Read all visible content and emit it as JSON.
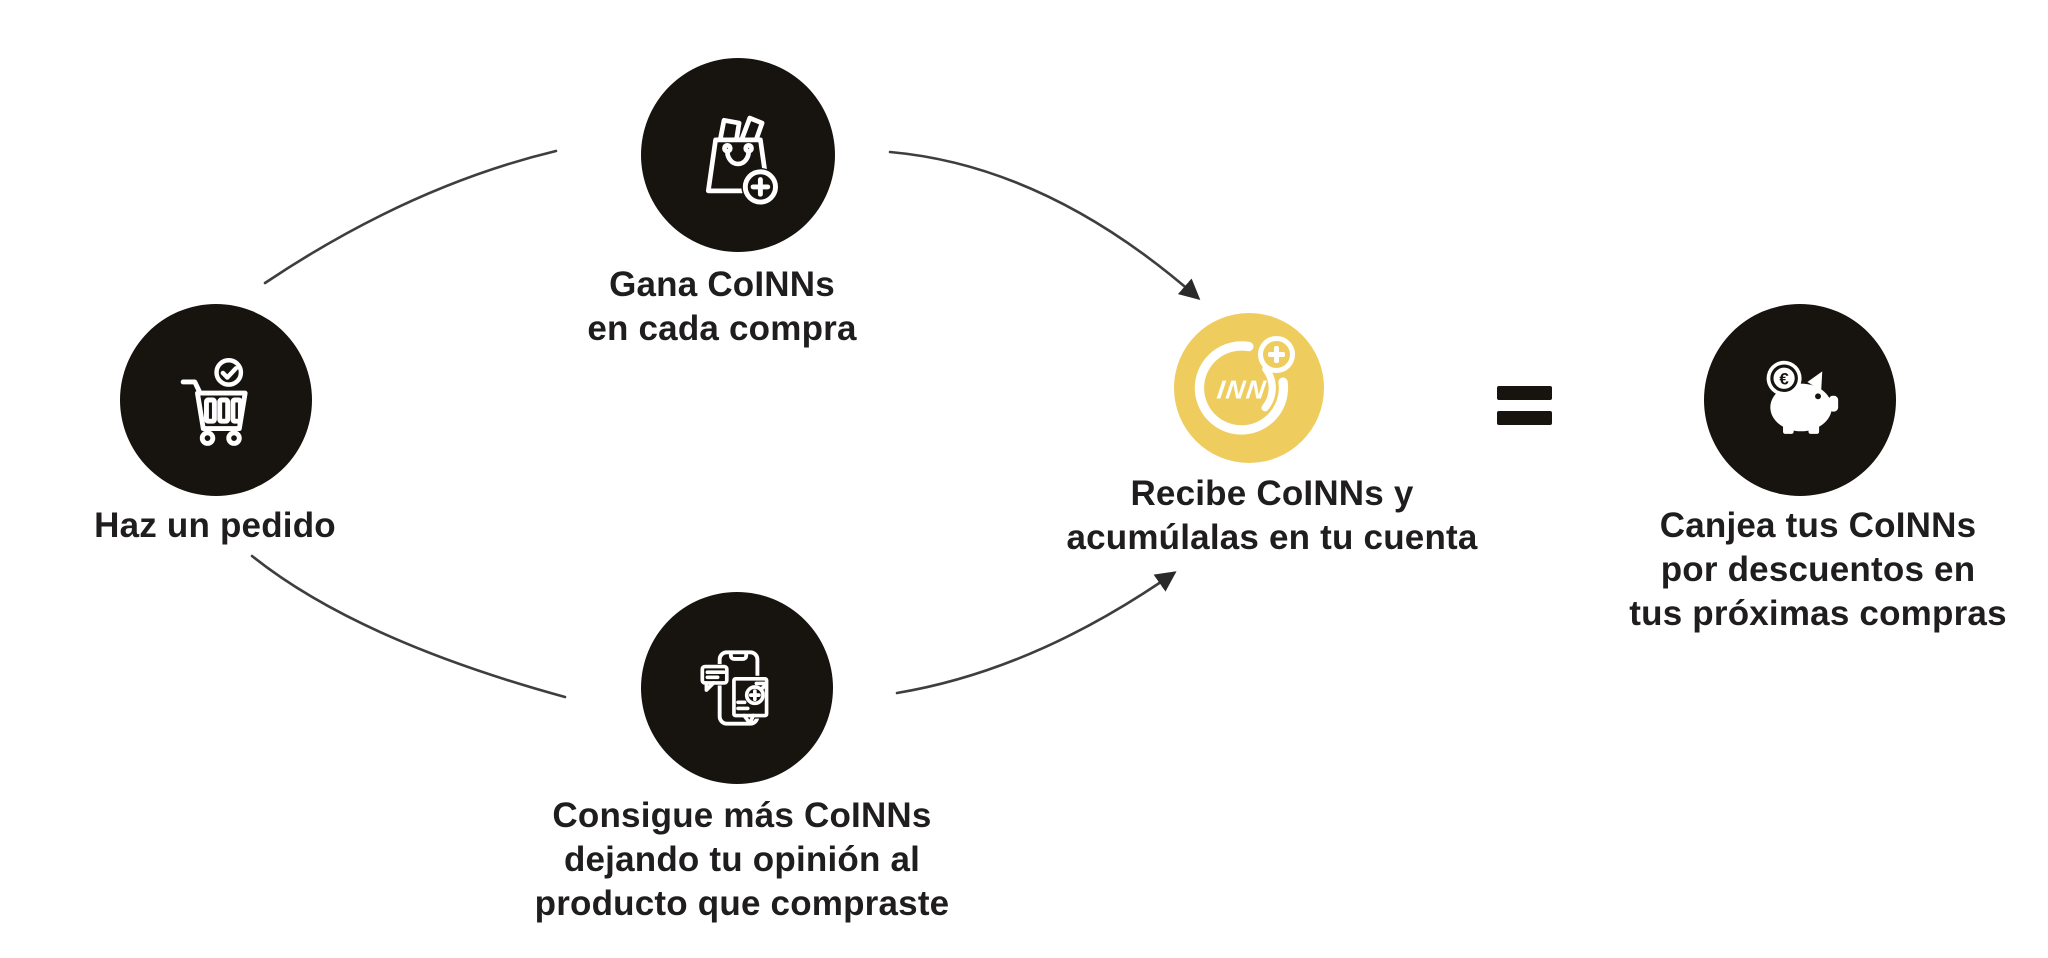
{
  "page": {
    "background": "#ffffff"
  },
  "colors": {
    "background": "#ffffff",
    "node_black": "#17140f",
    "coin_yellow": "#eecd5e",
    "icon_white": "#ffffff",
    "arrow": "#3e3e3e",
    "text": "#1f1d1e"
  },
  "nodes": {
    "order": {
      "label": "Haz un pedido",
      "icon": "cart-check-icon"
    },
    "earn": {
      "label": "Gana CoINNs\nen cada compra",
      "icon": "shopping-bag-plus-icon"
    },
    "review": {
      "label": "Consigue más CoINNs\ndejando tu opinión al\nproducto que compraste",
      "icon": "phone-review-plus-icon"
    },
    "receive": {
      "label": "Recibe CoINNs y\nacumúlalas en tu cuenta",
      "icon": "coinn-coin-icon",
      "coin_text": "INN"
    },
    "redeem": {
      "label": "Canjea tus CoINNs\npor descuentos en\ntus próximas compras",
      "icon": "piggy-bank-euro-icon",
      "coin_symbol": "€"
    }
  },
  "equals": {
    "symbol": "="
  },
  "flow": {
    "arrows": [
      {
        "from": "order",
        "to": "earn",
        "arrowhead": false
      },
      {
        "from": "earn",
        "to": "receive",
        "arrowhead": true
      },
      {
        "from": "order",
        "to": "review",
        "arrowhead": false
      },
      {
        "from": "review",
        "to": "receive",
        "arrowhead": true
      }
    ]
  }
}
